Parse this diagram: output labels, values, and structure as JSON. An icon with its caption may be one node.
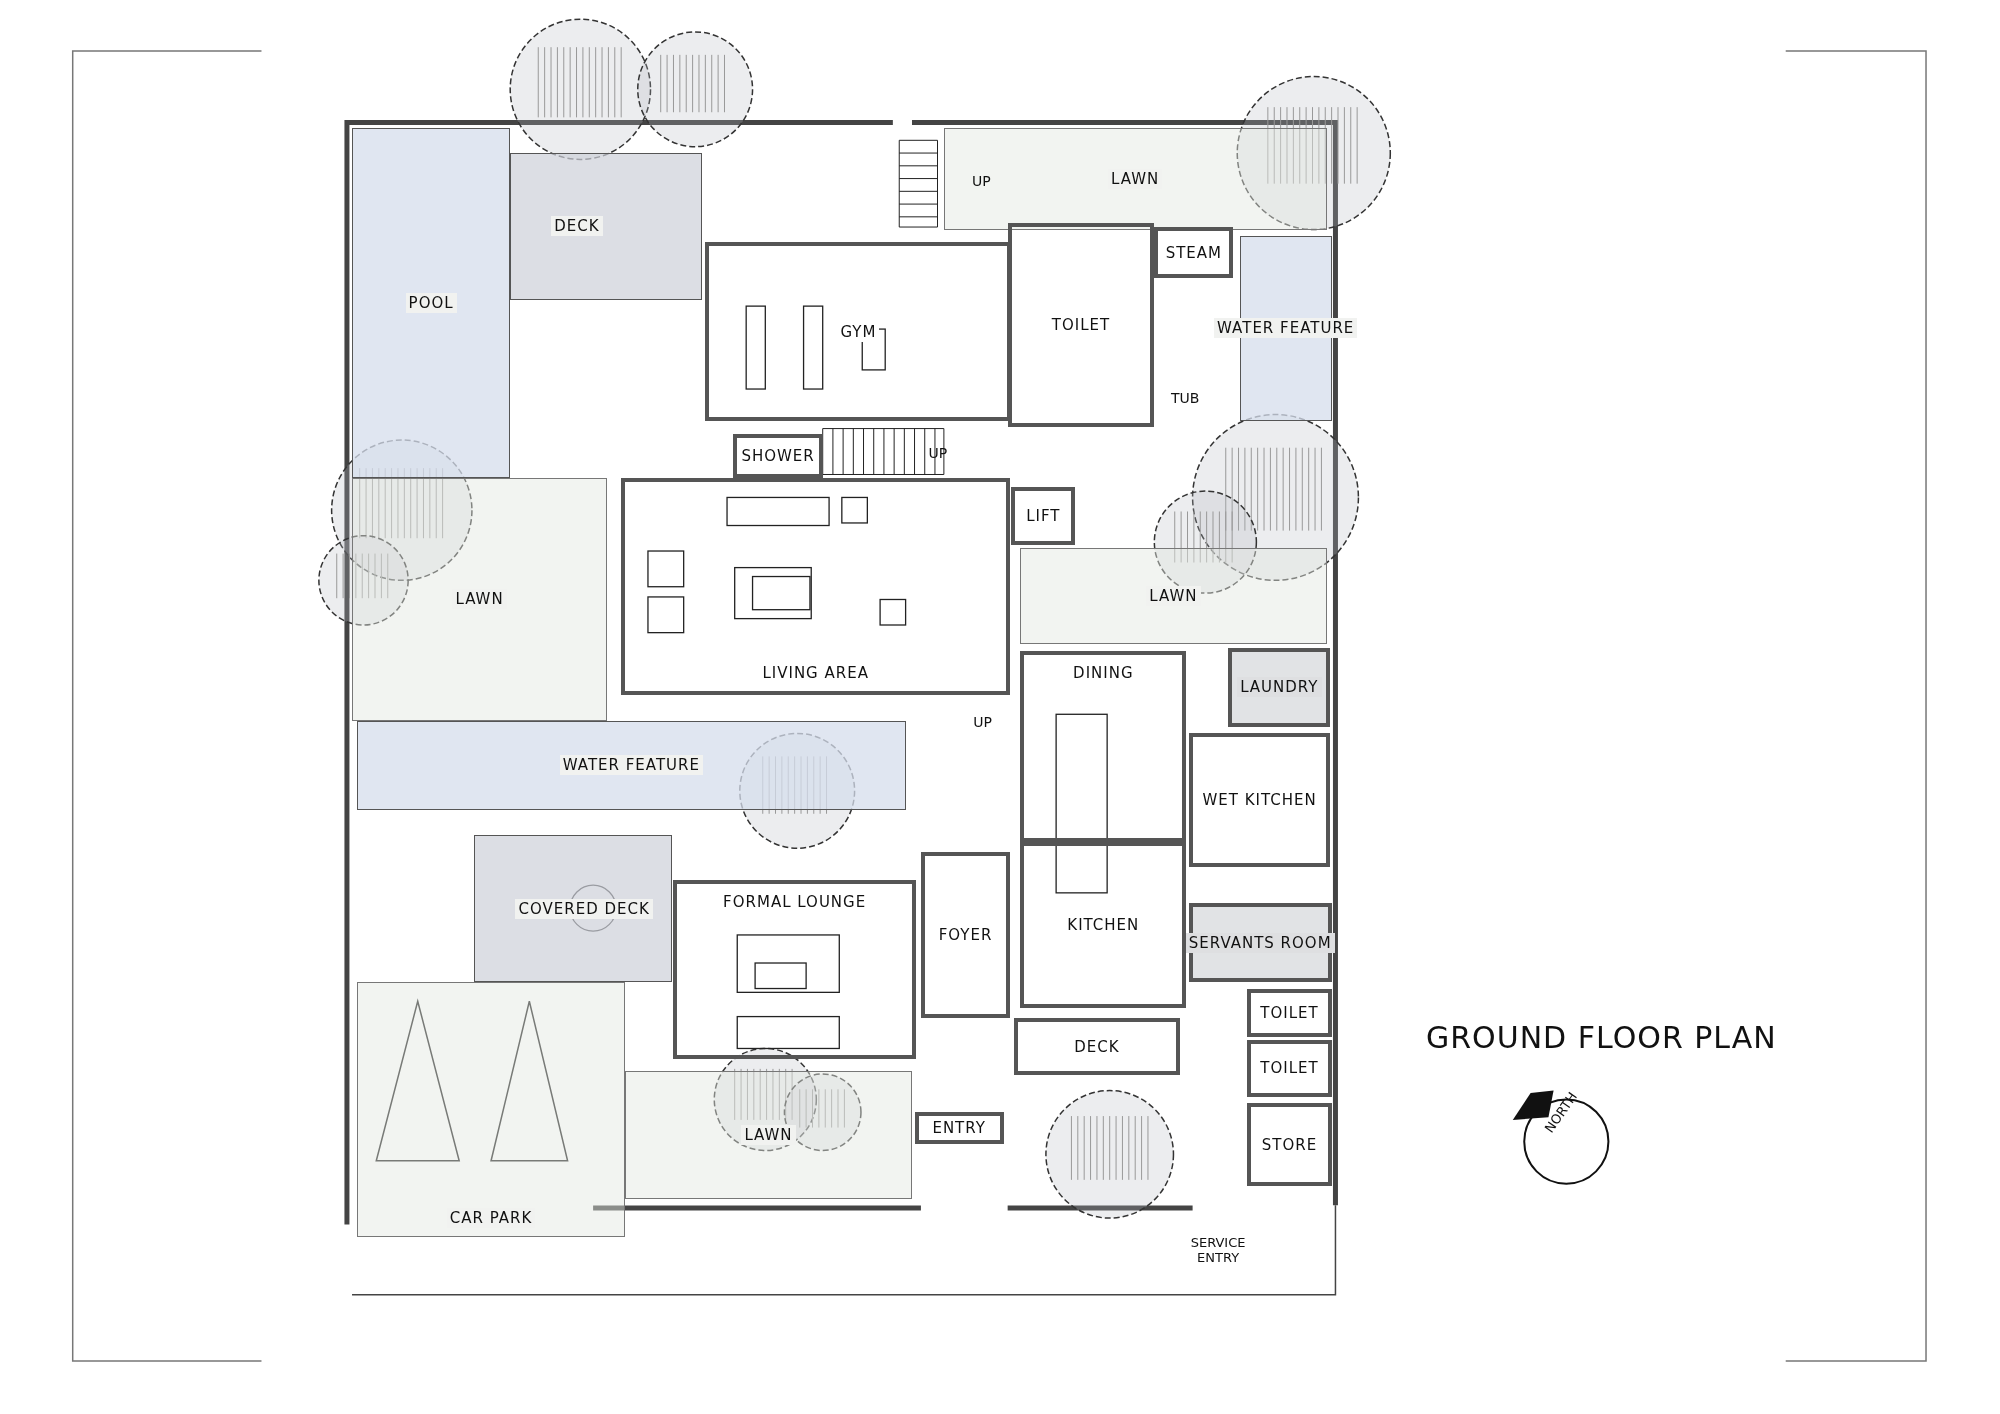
{
  "diagram": {
    "title": "GROUND FLOOR PLAN",
    "nodes": [
      {
        "text": [
          "POOL"
        ]
      },
      {
        "text": [
          "DECK"
        ]
      },
      {
        "text": [
          "LAWN"
        ]
      },
      {
        "text": [
          "GYM"
        ]
      },
      {
        "text": [
          "TOILET"
        ]
      },
      {
        "text": [
          "STEAM"
        ]
      },
      {
        "text": [
          "WATER FEATURE"
        ]
      },
      {
        "text": [
          "SHOWER"
        ]
      },
      {
        "text": [
          "LAWN"
        ]
      },
      {
        "text": [
          "LIVING AREA"
        ]
      },
      {
        "text": [
          "LIFT"
        ]
      },
      {
        "text": [
          "LAWN"
        ]
      },
      {
        "text": [
          "DINING"
        ]
      },
      {
        "text": [
          "LAUNDRY"
        ]
      },
      {
        "text": [
          "WATER FEATURE"
        ]
      },
      {
        "text": [
          "WET KITCHEN"
        ]
      },
      {
        "text": [
          "COVERED DECK"
        ]
      },
      {
        "text": [
          "FOYER"
        ]
      },
      {
        "text": [
          "FORMAL LOUNGE"
        ]
      },
      {
        "text": [
          "SERVANTS ROOM"
        ]
      },
      {
        "text": [
          "KITCHEN"
        ]
      },
      {
        "text": [
          "TOILET"
        ]
      },
      {
        "text": [
          "DECK"
        ]
      },
      {
        "text": [
          "TOILET"
        ]
      },
      {
        "text": [
          "LAWN"
        ]
      },
      {
        "text": [
          "ENTRY"
        ]
      },
      {
        "text": [
          "STORE"
        ]
      },
      {
        "text": [
          "CAR PARK"
        ]
      }
    ],
    "labels": [
      "UP",
      "TUB",
      "UP",
      "UP",
      "SERVICE ENTRY",
      "NORTH"
    ]
  }
}
